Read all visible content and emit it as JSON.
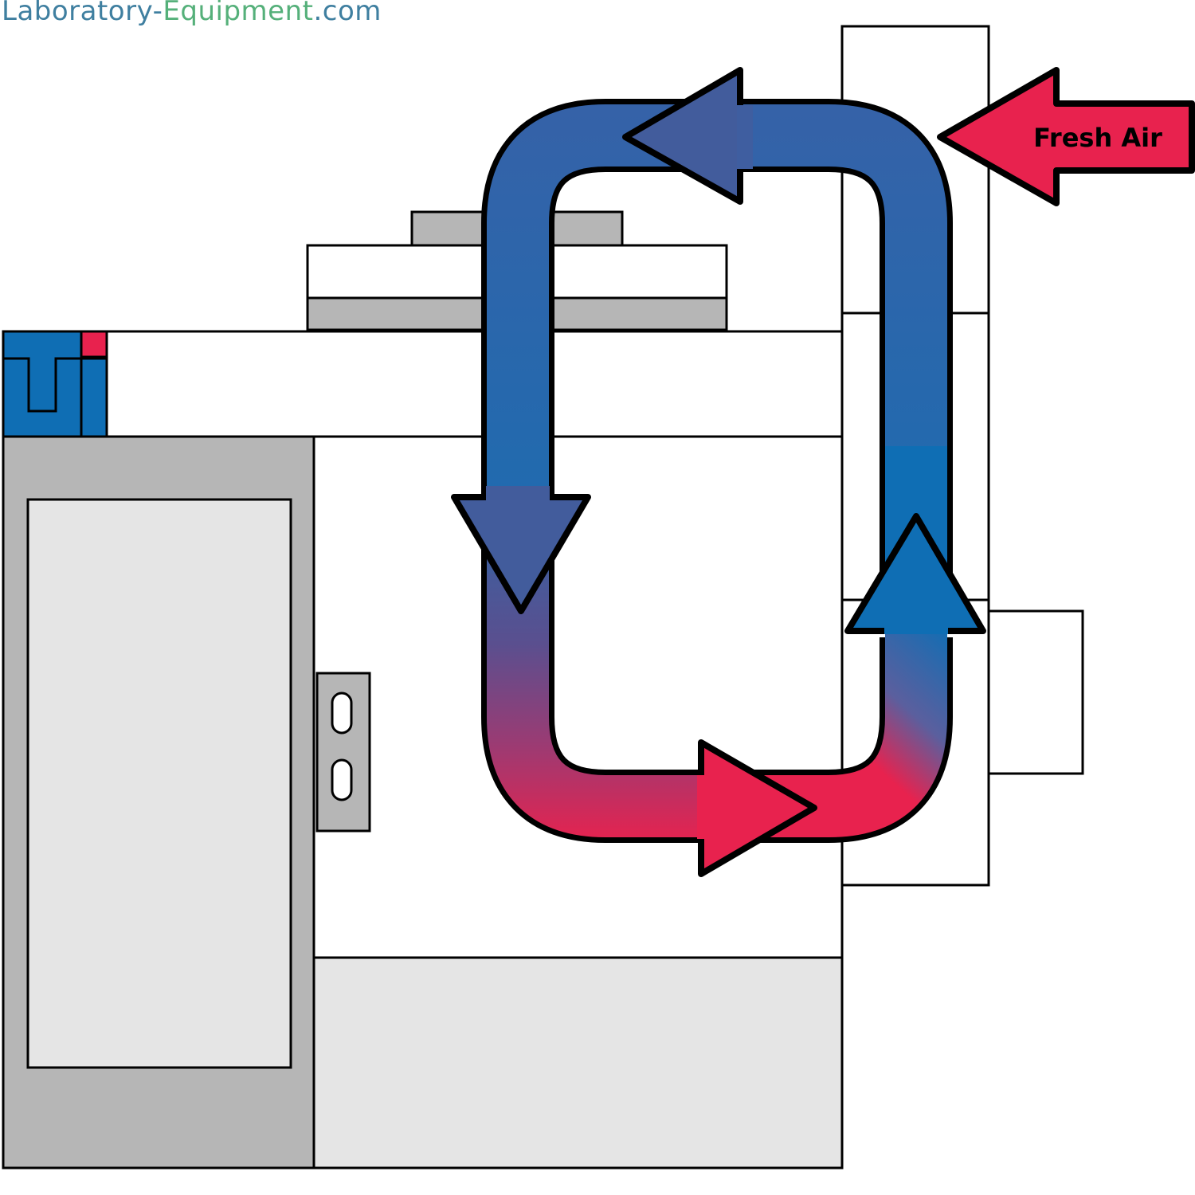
{
  "brand": {
    "part_a": "Laboratory-",
    "part_b": "Equipment",
    "part_c": ".com"
  },
  "labels": {
    "fresh_air": "Fresh Air"
  },
  "colors": {
    "cool_blue": "#425c9c",
    "flow_blue": "#0f6eb4",
    "warm_red": "#e8224e",
    "cabinet_gray": "#b6b6b6",
    "light_gray": "#e5e5e5",
    "outline": "#000000"
  },
  "icons": {
    "logo": "ti-logo-icon"
  }
}
